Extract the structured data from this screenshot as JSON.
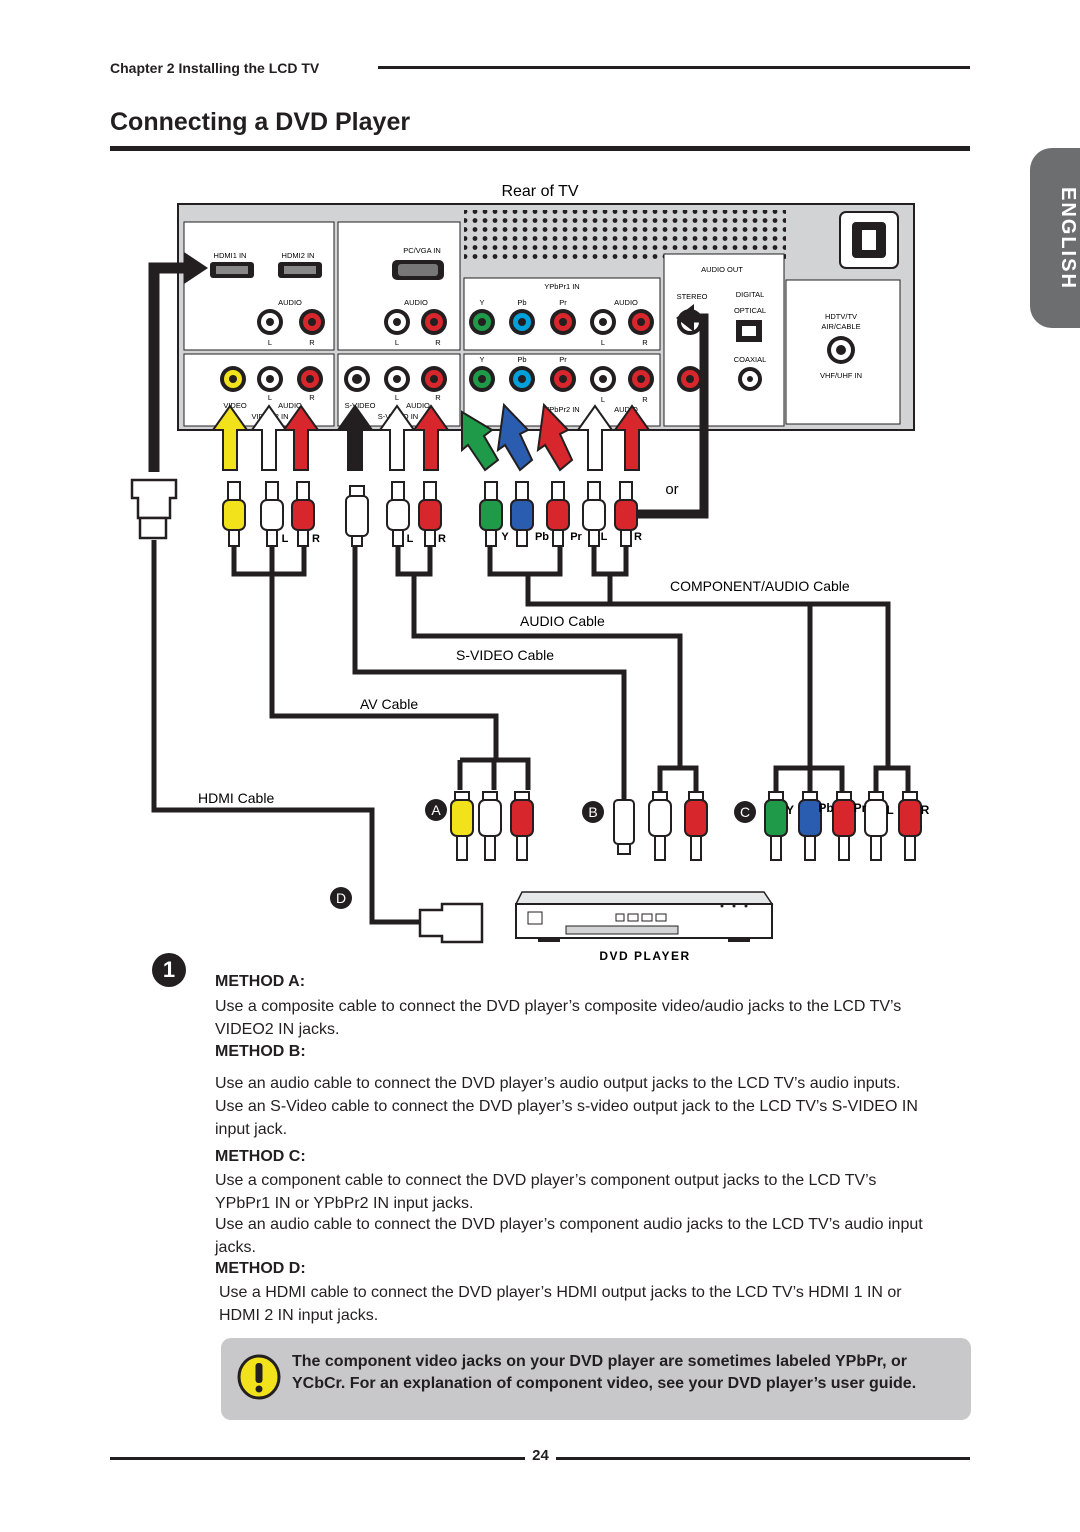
{
  "header": {
    "chapter": "Chapter 2 Installing the LCD TV",
    "title": "Connecting a DVD Player",
    "language_tab": "ENGLISH"
  },
  "diagram": {
    "rear_label": "Rear of TV",
    "panel": {
      "hdmi1": "HDMI1 IN",
      "hdmi2": "HDMI2 IN",
      "pcvga": "PC/VGA IN",
      "audio": "AUDIO",
      "ypbpr1": "YPbPr1 IN",
      "y": "Y",
      "pb": "Pb",
      "pr": "Pr",
      "l": "L",
      "r": "R",
      "audio_out": "AUDIO OUT",
      "stereo": "STEREO",
      "digital": "DIGITAL",
      "optical": "OPTICAL",
      "coaxial": "COAXIAL",
      "hdtv": "HDTV/TV",
      "air_cable": "AIR/CABLE",
      "vhf": "VHF/UHF IN",
      "video": "VIDEO",
      "video2_in": "VIDEO2 IN",
      "svideo": "S-VIDEO",
      "svideo_in": "S-VIDEO IN",
      "ypbpr2": "YPbPr2 IN"
    },
    "or_label": "or",
    "cables": {
      "component_audio": "COMPONENT/AUDIO Cable",
      "audio": "AUDIO Cable",
      "svideo": "S-VIDEO Cable",
      "av": "AV Cable",
      "hdmi": "HDMI Cable"
    },
    "markers": {
      "a": "A",
      "b": "B",
      "c": "C",
      "d": "D"
    },
    "dvd_label": "DVD PLAYER"
  },
  "step_number": "1",
  "methods": [
    {
      "heading": "METHOD A:",
      "paragraphs": [
        "Use a composite cable to connect the DVD player’s composite video/audio jacks to the LCD TV’s VIDEO2 IN jacks."
      ]
    },
    {
      "heading": "METHOD B:",
      "paragraphs": [
        "Use an audio cable to connect the DVD player’s audio output jacks to the LCD TV’s audio inputs. Use an S-Video cable to connect the DVD player’s s-video output jack to the LCD TV’s S-VIDEO IN input jack."
      ]
    },
    {
      "heading": "METHOD C:",
      "paragraphs": [
        "Use a component cable to connect the DVD player’s component output jacks to the LCD TV’s YPbPr1 IN or YPbPr2 IN input jacks.",
        "Use an audio cable to connect the DVD player’s component audio jacks to the LCD TV’s audio input jacks."
      ]
    },
    {
      "heading": "METHOD D:",
      "paragraphs": [
        "Use a HDMI cable to connect the DVD player’s HDMI output jacks to the LCD TV’s HDMI 1 IN or  HDMI 2 IN input jacks."
      ]
    }
  ],
  "note": "The component video jacks on your DVD player are sometimes labeled YPbPr, or YCbCr.  For an explanation of component video, see your DVD player’s user guide.",
  "footer": {
    "page_number": "24"
  },
  "colors": {
    "yellow": "#f2e21b",
    "red": "#d7262c",
    "green": "#1f9a48",
    "blue": "#2a5db0",
    "gray_tab": "#6d6e70",
    "note_bg": "#c8c8ca"
  }
}
